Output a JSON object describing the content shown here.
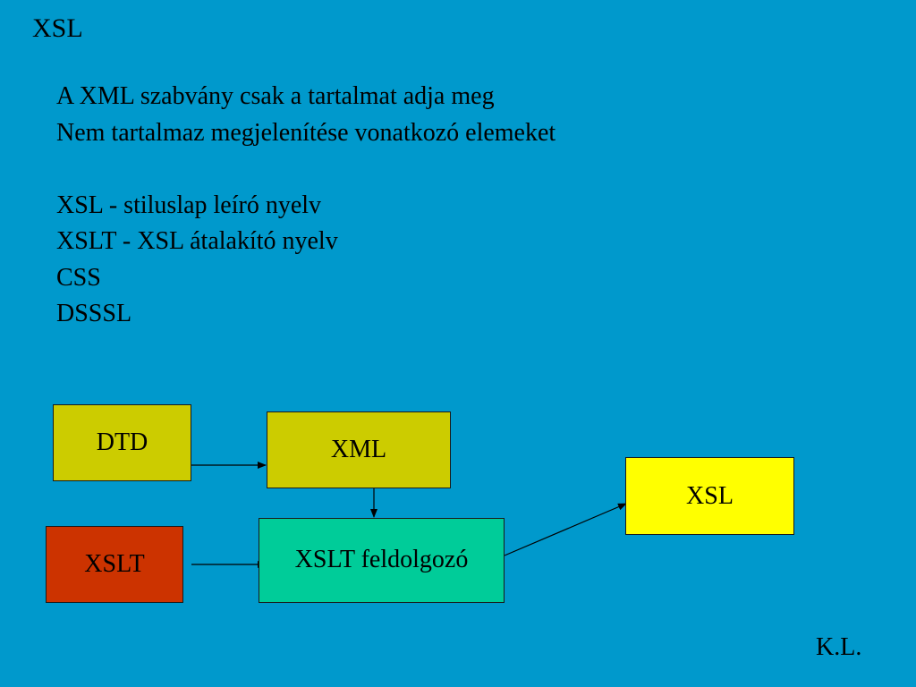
{
  "title": "XSL",
  "body_lines": [
    "A XML szabvány csak a tartalmat adja meg",
    "Nem tartalmaz megjelenítése vonatkozó elemeket",
    "",
    "XSL - stiluslap leíró nyelv",
    "XSLT - XSL átalakító nyelv",
    "CSS",
    "DSSSL"
  ],
  "diagram": {
    "boxes": {
      "dtd": "DTD",
      "xml": "XML",
      "xsl": "XSL",
      "processor": "XSLT feldolgozó",
      "xslt": "XSLT"
    },
    "colors": {
      "background": "#0099cc",
      "dtd": "#cccc00",
      "xml": "#cccc00",
      "xsl": "#ffff00",
      "processor": "#00cc99",
      "xslt": "#cc3300"
    },
    "connections": [
      {
        "from": "DTD",
        "to": "XML"
      },
      {
        "from": "XML",
        "to": "XSLT feldolgozó"
      },
      {
        "from": "XSLT",
        "to": "XSLT feldolgozó"
      },
      {
        "from": "XSLT feldolgozó",
        "to": "XSL"
      }
    ]
  },
  "footer": "K.L."
}
